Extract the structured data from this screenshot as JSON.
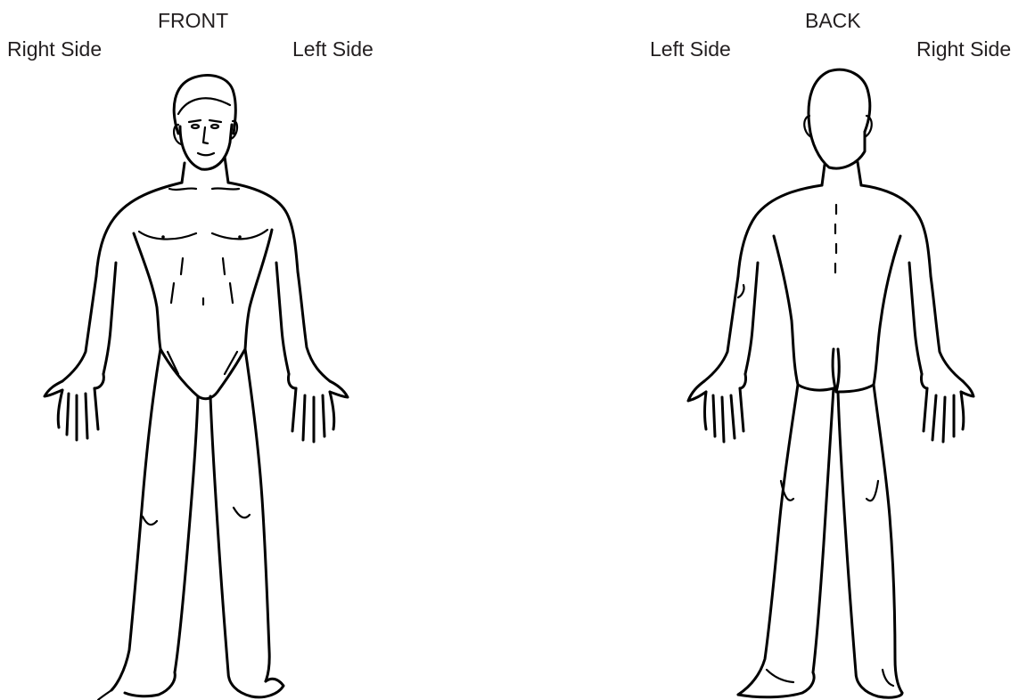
{
  "front": {
    "title": "FRONT",
    "right_side_label": "Right Side",
    "left_side_label": "Left Side"
  },
  "back": {
    "title": "BACK",
    "left_side_label": "Left Side",
    "right_side_label": "Right Side"
  },
  "colors": {
    "background": "#ffffff",
    "line": "#000000",
    "text": "#231f20"
  }
}
